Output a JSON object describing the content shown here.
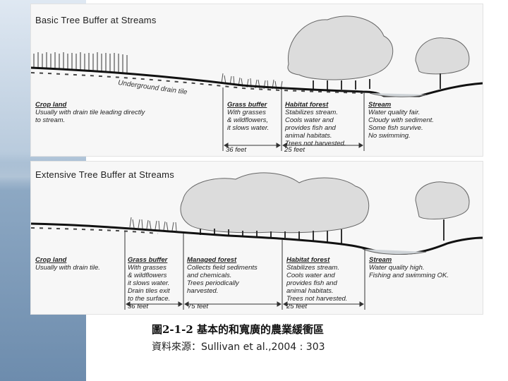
{
  "panels": [
    {
      "title": "Basic Tree Buffer at Streams",
      "drain_label": "Underground drain tile",
      "zones": [
        {
          "title": "Crop land",
          "desc": "Usually with drain tile leading directly\nto stream."
        },
        {
          "title": "Grass buffer",
          "desc": "With grasses\n& wildflowers,\nit slows water."
        },
        {
          "title": "Habitat forest",
          "desc": "Stabilizes stream.\nCools water and\nprovides fish and\nanimal habitats.\nTrees not harvested."
        },
        {
          "title": "Stream",
          "desc": "Water quality fair.\nCloudy with sediment.\nSome fish survive.\nNo swimming."
        }
      ],
      "widths": [
        "36 feet",
        "25 feet"
      ]
    },
    {
      "title": "Extensive Tree Buffer at Streams",
      "zones": [
        {
          "title": "Crop land",
          "desc": "Usually with drain tile."
        },
        {
          "title": "Grass buffer",
          "desc": "With grasses\n& wildflowers\nit slows water.\nDrain tiles exit\nto the surface."
        },
        {
          "title": "Managed forest",
          "desc": "Collects field sediments\nand chemicals.\nTrees periodically\nharvested."
        },
        {
          "title": "Habitat forest",
          "desc": "Stabilizes stream.\nCools water and\nprovides fish and\nanimal habitats.\nTrees not harvested."
        },
        {
          "title": "Stream",
          "desc": "Water quality high.\nFishing and swimming OK."
        }
      ],
      "widths": [
        "36 feet",
        "75 feet",
        "25 feet"
      ]
    }
  ],
  "caption": {
    "title": "圖2-1-2  基本的和寬廣的農業緩衝區",
    "source": "資料來源：Sullivan et al.,2004 : 303"
  }
}
